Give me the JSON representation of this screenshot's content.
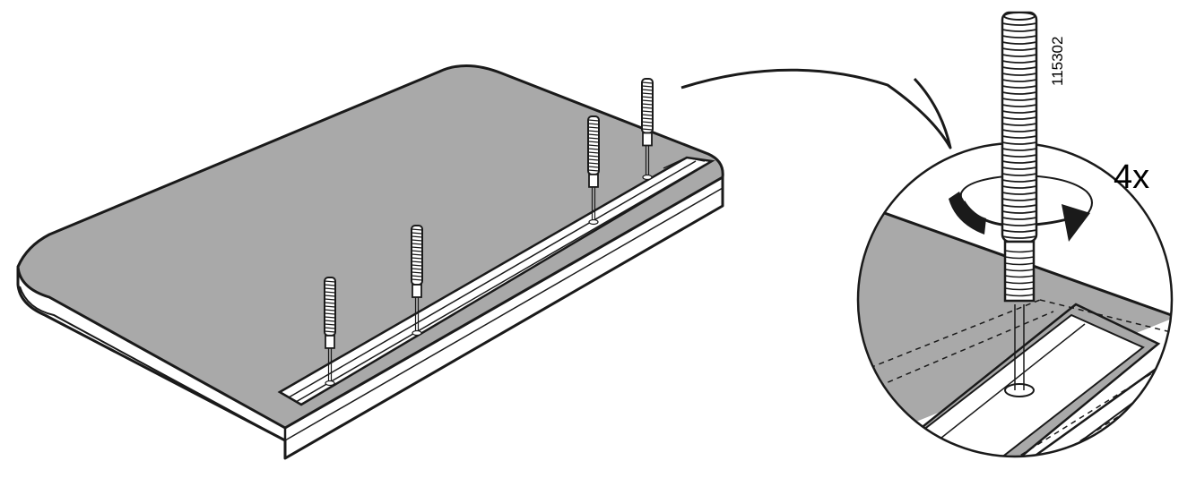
{
  "instruction": {
    "quantity_label": "4x",
    "part_number": "115302"
  },
  "colors": {
    "panel_fill": "#a9a9a9",
    "panel_edge_fill": "#ffffff",
    "stroke": "#1a1a1a",
    "screw_fill": "#ffffff"
  },
  "parts": [
    {
      "name": "threaded-screw",
      "count": 4
    }
  ],
  "icons": [
    "rotation-arrow-icon",
    "callout-pointer-icon"
  ]
}
